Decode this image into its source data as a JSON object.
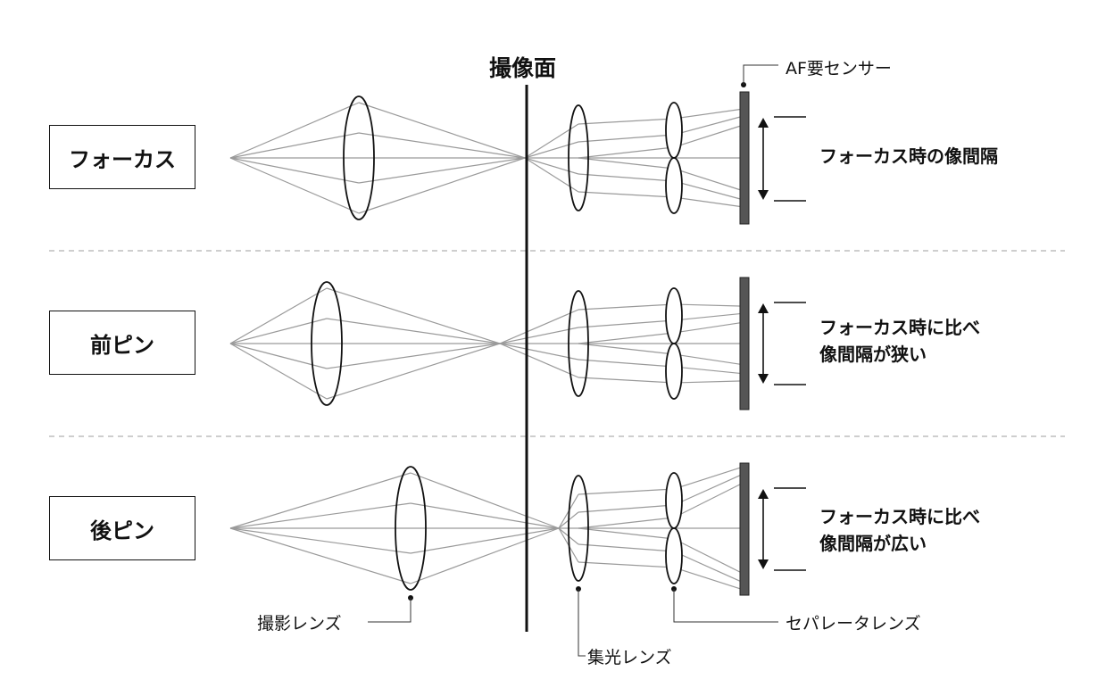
{
  "title": "撮像面",
  "labels": {
    "af_sensor": "AF要センサー",
    "taking_lens": "撮影レンズ",
    "condenser_lens": "集光レンズ",
    "separator_lens": "セパレータレンズ"
  },
  "rows": [
    {
      "name": "フォーカス",
      "desc_line1": "フォーカス時の像間隔",
      "desc_line2": ""
    },
    {
      "name": "前ピン",
      "desc_line1": "フォーカス時に比べ",
      "desc_line2": "像間隔が狭い"
    },
    {
      "name": "後ピン",
      "desc_line1": "フォーカス時に比べ",
      "desc_line2": "像間隔が広い"
    }
  ],
  "colors": {
    "ray": "#9a9a9a",
    "sensor": "#555555",
    "line": "#111111",
    "separator": "#bdbdbd"
  }
}
